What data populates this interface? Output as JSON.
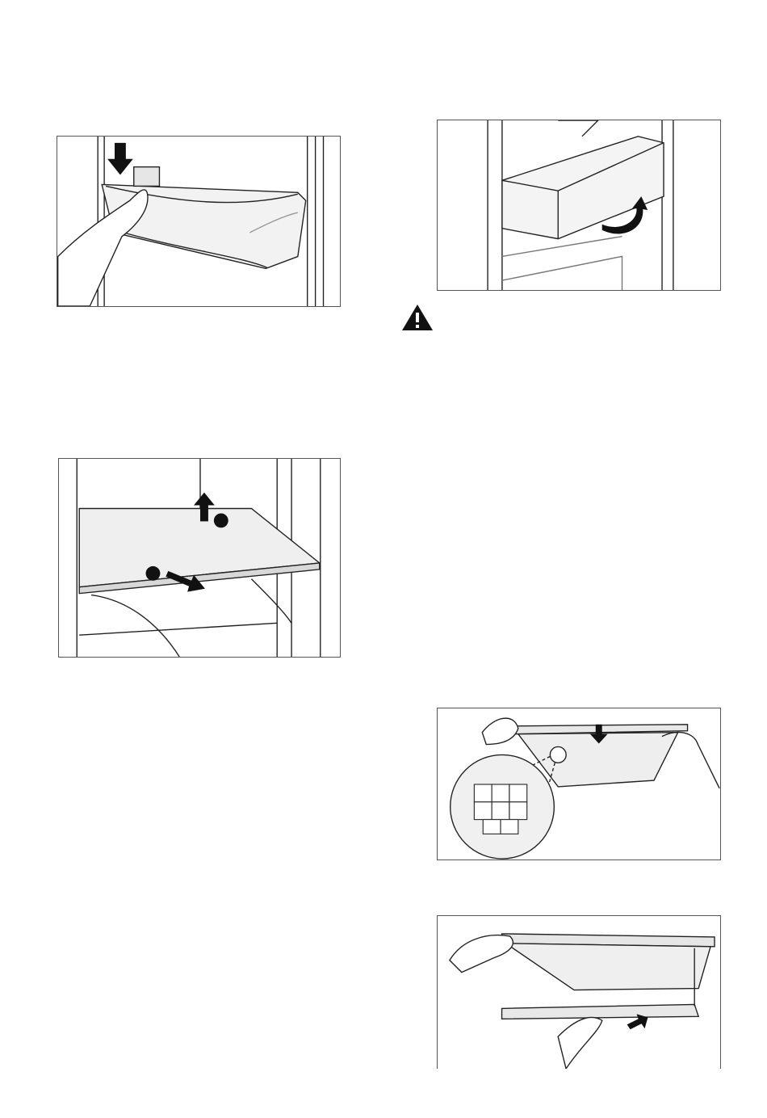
{
  "page": {
    "background": "#ffffff",
    "figures": [
      {
        "id": "door-shelf",
        "icon": "door-shelf-push-down-illustration"
      },
      {
        "id": "glass-shelf",
        "icon": "glass-shelf-lift-and-pull-illustration"
      },
      {
        "id": "drawer-lift",
        "icon": "drawer-lift-out-illustration"
      },
      {
        "id": "shelf-detail",
        "icon": "shelf-glass-detail-magnifier-illustration"
      },
      {
        "id": "shelf-remove",
        "icon": "shelf-pull-out-illustration"
      }
    ],
    "warning": {
      "icon": "warning-triangle-icon",
      "color": "#111111"
    }
  }
}
